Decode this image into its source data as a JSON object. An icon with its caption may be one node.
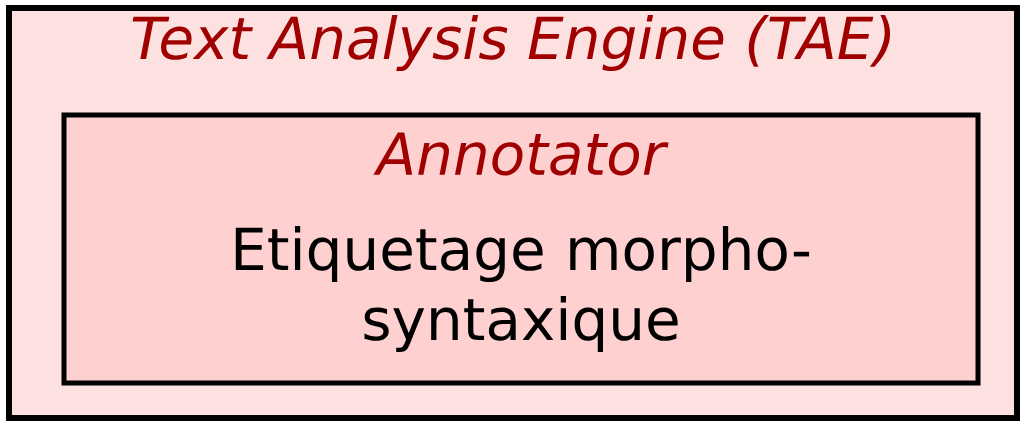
{
  "diagram": {
    "nodes": [
      {
        "text": [
          "Text Analysis Engine (TAE)"
        ]
      },
      {
        "text": [
          "Annotator",
          "Etiquetage morpho-syntaxique"
        ],
        "in": 0
      }
    ]
  }
}
